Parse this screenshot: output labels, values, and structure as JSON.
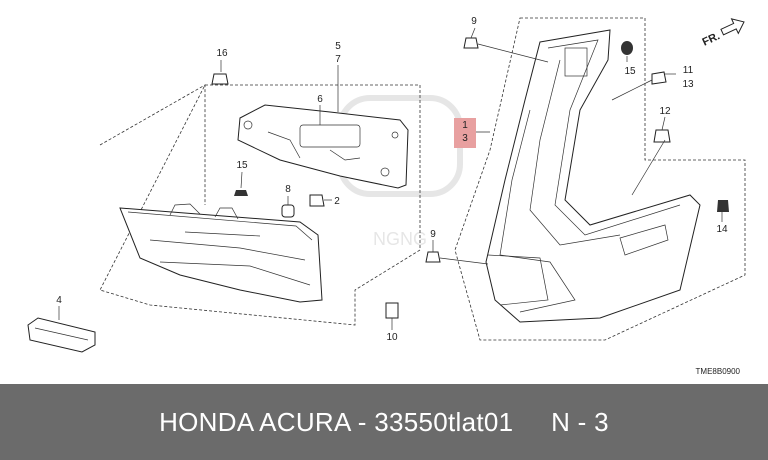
{
  "diagram": {
    "direction_label": "FR.",
    "diagram_code": "TME8B0900",
    "watermark_text": "NGNG",
    "callouts": [
      "1",
      "2",
      "3",
      "4",
      "5",
      "6",
      "7",
      "8",
      "9",
      "10",
      "11",
      "12",
      "13",
      "14",
      "15",
      "16"
    ],
    "highlight_color": "#e8a0a0"
  },
  "footer": {
    "brand": "HONDA ACURA",
    "separator": " - ",
    "part_number": "33550tlat01",
    "gap": "     ",
    "position_code": "N - 3",
    "background_color": "#6b6b6b",
    "text_color": "#ffffff"
  }
}
